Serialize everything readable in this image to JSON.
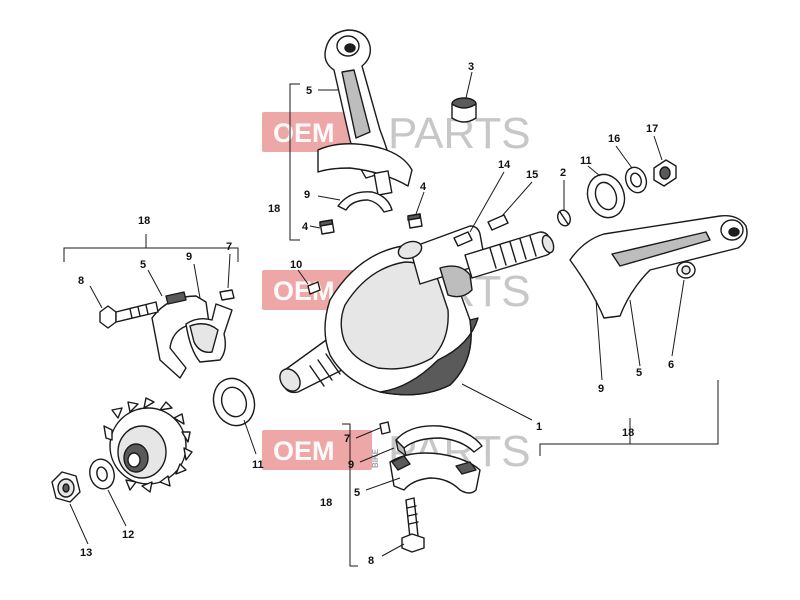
{
  "callouts": {
    "c1": "1",
    "c2": "2",
    "c3": "3",
    "c4a": "4",
    "c4b": "4",
    "c5a": "5",
    "c5b": "5",
    "c5c": "5",
    "c5d": "5",
    "c6": "6",
    "c7a": "7",
    "c7b": "7",
    "c8a": "8",
    "c8b": "8",
    "c9a": "9",
    "c9b": "9",
    "c9c": "9",
    "c9d": "9",
    "c10": "10",
    "c11a": "11",
    "c11b": "11",
    "c12": "12",
    "c13": "13",
    "c14": "14",
    "c15": "15",
    "c16": "16",
    "c17": "17",
    "c18a": "18",
    "c18b": "18",
    "c18c": "18",
    "c18d": "18"
  },
  "watermark": {
    "oem": "OEM",
    "bike": "BIKE",
    "parts": "PARTS"
  },
  "colors": {
    "watermark_box": "#e8898a",
    "line": "#1a1a1a"
  }
}
